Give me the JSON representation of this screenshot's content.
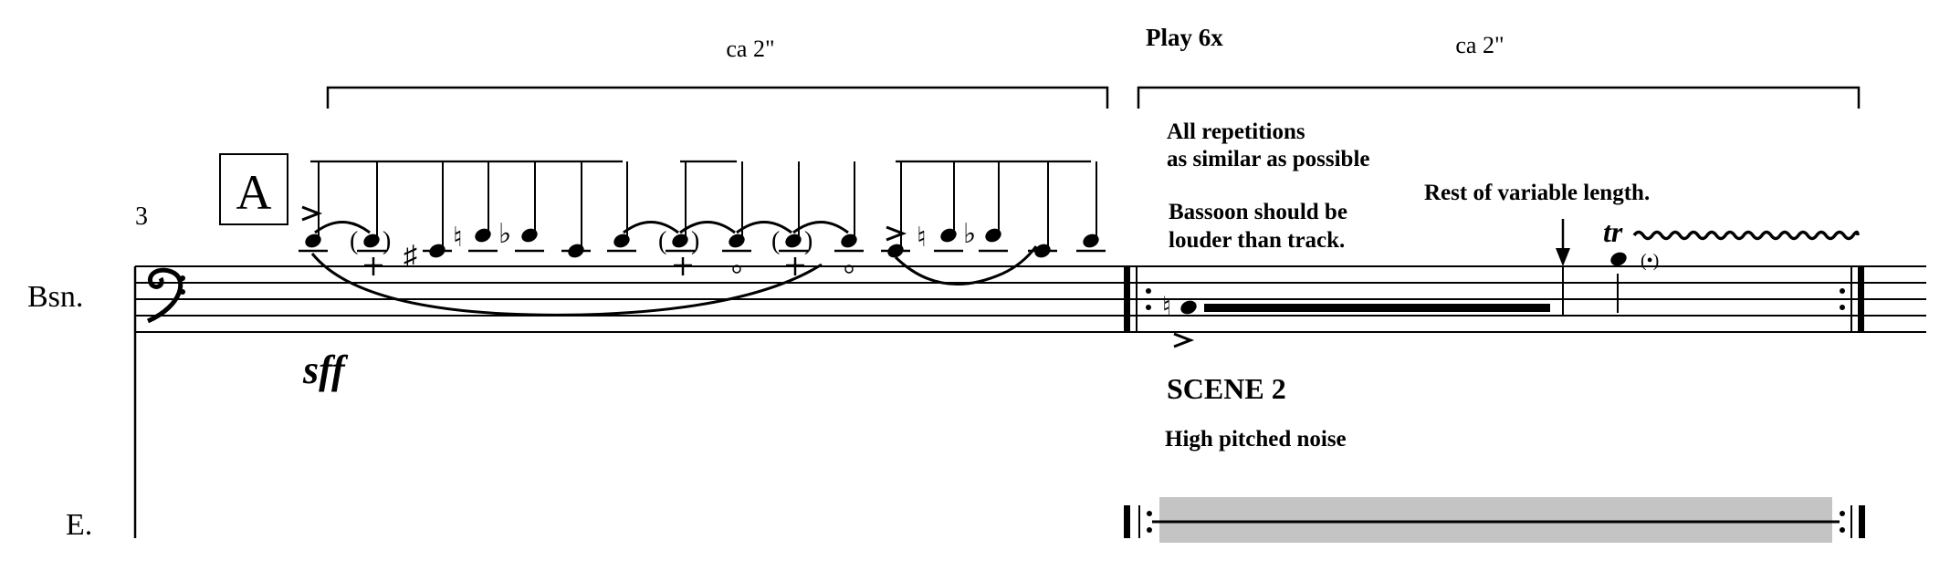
{
  "score": {
    "measure_number": "3",
    "rehearsal_mark": "A",
    "instruments": [
      {
        "label": "Bsn."
      },
      {
        "label": "E."
      }
    ],
    "dynamic": "sff",
    "section1": {
      "duration": "ca 2\""
    },
    "section2": {
      "repeat_label": "Play 6x",
      "duration": "ca 2\"",
      "note_line1": "All repetitions",
      "note_line2": "as similar as possible",
      "balance_line1": "Bassoon should be",
      "balance_line2": "louder than track.",
      "rest_note": "Rest of variable length.",
      "trill": "tr",
      "scene": "SCENE 2",
      "electronics_desc": "High pitched noise"
    }
  }
}
